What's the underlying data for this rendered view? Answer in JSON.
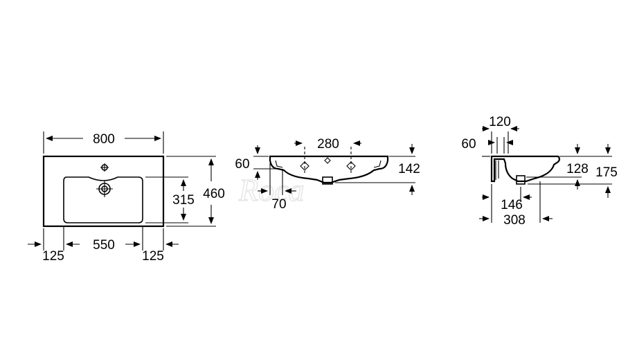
{
  "top_view": {
    "overall_width": "800",
    "overall_depth": "460",
    "bowl_depth": "315",
    "left_margin": "125",
    "bowl_width": "550",
    "right_margin": "125"
  },
  "front_view": {
    "tap_hole_spacing": "280",
    "rim_height": "60",
    "total_height": "142",
    "waste_offset": "70"
  },
  "side_view": {
    "top_offset": "120",
    "rim_height": "60",
    "inner_depth": "128",
    "total_height": "175",
    "waste_distance": "146",
    "overall_projection": "308"
  },
  "watermark": {
    "text": "Roca"
  }
}
